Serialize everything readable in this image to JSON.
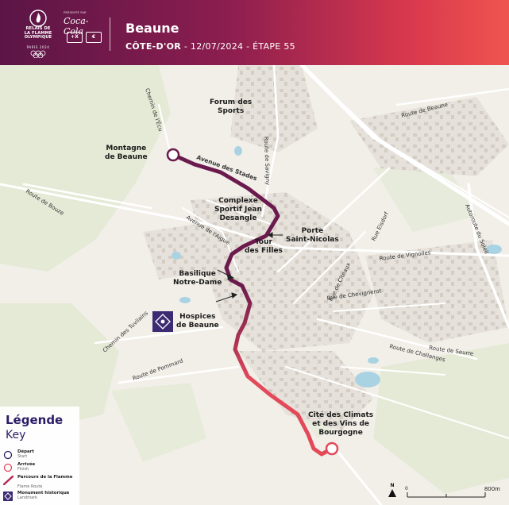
{
  "header": {
    "city": "Beaune",
    "department": "CÔTE-D'OR",
    "date_and_stage": " - 12/07/2024 - ÉTAPE 55",
    "relay_logo_lines": [
      "RELAIS DE",
      "LA FLAMME",
      "OLYMPIQUE"
    ],
    "relay_logo_city": "PARIS 2024",
    "partner_presented_by": "PRÉSENTÉ PAR",
    "partner_brand": "Coca-Cola",
    "partner_badge_1": "+X",
    "partner_badge_2": "€"
  },
  "map": {
    "colors": {
      "route_start": "#6b1a4d",
      "route_end": "#e24a5a",
      "landmark": "#3c2a73",
      "water": "#a9d3e3",
      "green": "#dfe8cf",
      "road": "#ffffff"
    },
    "places": {
      "forum": [
        "Forum des",
        "Sports"
      ],
      "montagne": [
        "Montagne",
        "de Beaune"
      ],
      "complexe": [
        "Complexe",
        "Sportif Jean",
        "Desangle"
      ],
      "tour": [
        "Tour",
        "des Filles"
      ],
      "porte": [
        "Porte",
        "Saint-Nicolas"
      ],
      "basilique": [
        "Basilique",
        "Notre-Dame"
      ],
      "hospices": [
        "Hospices",
        "de Beaune"
      ],
      "cite": [
        "Cité des Climats",
        "et des Vins de",
        "Bourgogne"
      ]
    },
    "roads": {
      "chemin_ecu": "Chemin de l'Écu",
      "avenue_stades": "Avenue des Stades",
      "route_savigny": "Route de Savigny",
      "route_beaune": "Route de Beaune",
      "route_bouze": "Route de Bouze",
      "avenue_aigue": "Avenue de l'Aigue",
      "rue_eisdorf": "Rue Eisdorf",
      "autoroute": "Autoroute du Soleil",
      "route_vignolles": "Route de Vignolles",
      "rue_citeaux": "Rue de Cîteaux",
      "chemin_tuvilains": "Chemin des Tuvilains",
      "rue_chevignerot": "Rue de Chevignerot",
      "route_seurre": "Route de Seurre",
      "route_pommard": "Route de Pommard",
      "route_challanges": "Route de Challanges"
    },
    "landmark_icon": "landmark-diamond-icon",
    "scale": {
      "zero": "0",
      "distance": "800m"
    },
    "north": "N"
  },
  "legend": {
    "title": "Légende",
    "subtitle": "Key",
    "items": [
      {
        "fr": "Départ",
        "en": "Start",
        "icon": "start-circle-icon"
      },
      {
        "fr": "Arrivée",
        "en": "Finish",
        "icon": "finish-circle-icon"
      },
      {
        "fr": "Parcours de la Flamme",
        "en": "Flame Route",
        "icon": "route-line-icon"
      },
      {
        "fr": "Monument historique",
        "en": "Landmark",
        "icon": "landmark-icon"
      }
    ]
  }
}
